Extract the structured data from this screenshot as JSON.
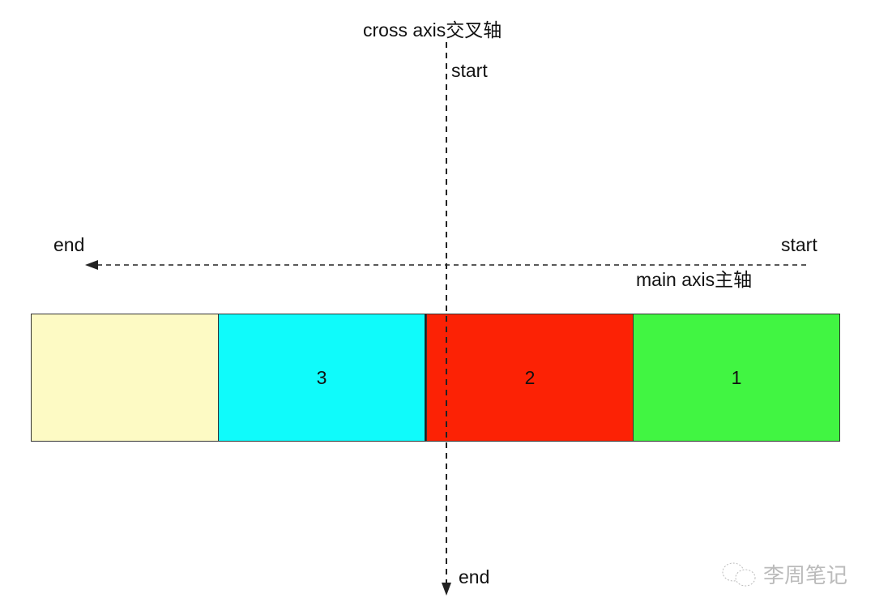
{
  "cross_axis": {
    "title": "cross axis交叉轴",
    "start": "start",
    "end": "end"
  },
  "main_axis": {
    "title": "main axis主轴",
    "start": "start",
    "end": "end"
  },
  "items": [
    {
      "label": "",
      "color": "#fdfac4"
    },
    {
      "label": "3",
      "color": "#0ffbfb"
    },
    {
      "label": "2",
      "color": "#fc2205"
    },
    {
      "label": "1",
      "color": "#41f542"
    }
  ],
  "watermark": "李周笔记"
}
